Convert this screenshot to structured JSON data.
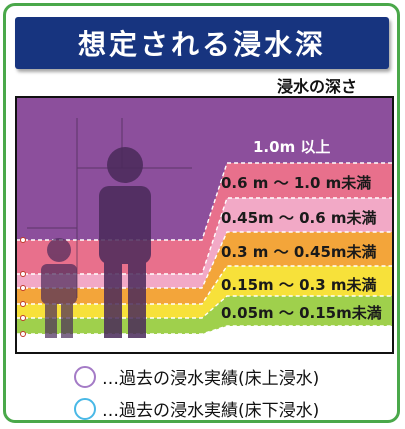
{
  "title": "想定される浸水深",
  "subtitle": "浸水の深さ",
  "levels": [
    {
      "label": "1.0m 以上",
      "color": "#8c4f9c"
    },
    {
      "label": "0.6  m ～ 1.0  m未満",
      "color": "#e8708c"
    },
    {
      "label": "0.45m ～ 0.6  m未満",
      "color": "#f2a9c6"
    },
    {
      "label": "0.3  m ～ 0.45m未満",
      "color": "#f3a53a"
    },
    {
      "label": "0.15m ～ 0.3  m未満",
      "color": "#f7e13a"
    },
    {
      "label": "0.05m ～ 0.15m未満",
      "color": "#9fd04c"
    }
  ],
  "legend": [
    {
      "text": "…過去の浸水実績(床上浸水)",
      "color": "#a47bc6"
    },
    {
      "text": "…過去の浸水実績(床下浸水)",
      "color": "#49b8e6"
    }
  ]
}
